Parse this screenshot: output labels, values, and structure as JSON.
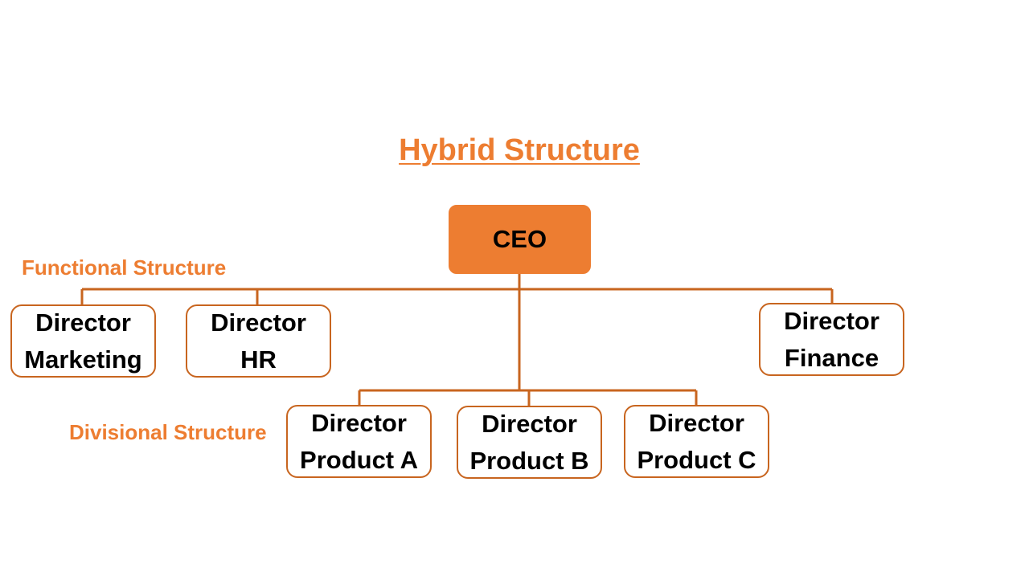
{
  "title": "Hybrid Structure",
  "labels": {
    "functional": "Functional Structure",
    "divisional": "Divisional Structure"
  },
  "ceo": "CEO",
  "functional_directors": [
    {
      "line1": "Director",
      "line2": "Marketing"
    },
    {
      "line1": "Director",
      "line2": "HR"
    },
    {
      "line1": "Director",
      "line2": "Finance"
    }
  ],
  "divisional_directors": [
    {
      "line1": "Director",
      "line2": "Product A"
    },
    {
      "line1": "Director",
      "line2": "Product B"
    },
    {
      "line1": "Director",
      "line2": "Product C"
    }
  ],
  "colors": {
    "accent": "#ED7D31",
    "line": "#C8651F"
  }
}
